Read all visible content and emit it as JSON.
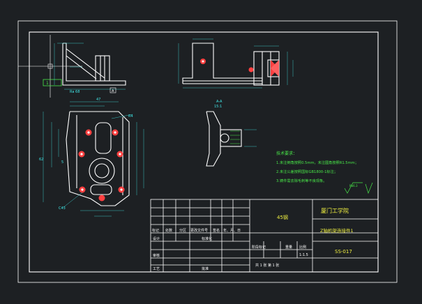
{
  "colors": {
    "background": "#1d2023",
    "frame": "#ffffff",
    "cyan_dim": "#40e8e8",
    "green_hatch": "#48e848",
    "red_center": "#ff4040",
    "yellow_text": "#f0f040"
  },
  "section_label": "A-A",
  "section_scale": "15:1",
  "notes": {
    "title": "技术要求：",
    "lines": [
      "1.未注倒角按照0.5mm，未注圆角按照R1.5mm；",
      "2.未注公差按照国标GB1800-1标注；",
      "3.铸件需去除毛刺等不良现象。"
    ]
  },
  "roughness_symbol": "Ra6.3",
  "title_block": {
    "school": "厦门工学院",
    "material": "45钢",
    "part_name": "Z轴机架连接件1",
    "drawing_no": "SS-017",
    "scale": "1:1.5",
    "rev_headers": [
      "标记",
      "处数",
      "分区",
      "更改文件号",
      "签名",
      "年、月、日"
    ],
    "design_label": "设计",
    "standard_label": "标准化",
    "review_label": "审核",
    "process_label": "工艺",
    "approve_label": "批准",
    "stage_label": "阶段标记",
    "weight_label": "重量",
    "scale_label": "比例",
    "sheet_text": "共 1 张   第 1 张"
  },
  "left_tool": {
    "label": "1"
  },
  "dims": {
    "d47": "47",
    "d62": "62",
    "d5": "5",
    "r4": "R4",
    "c43": "C43",
    "a_mark": "A",
    "ra68": "Ra 68"
  }
}
